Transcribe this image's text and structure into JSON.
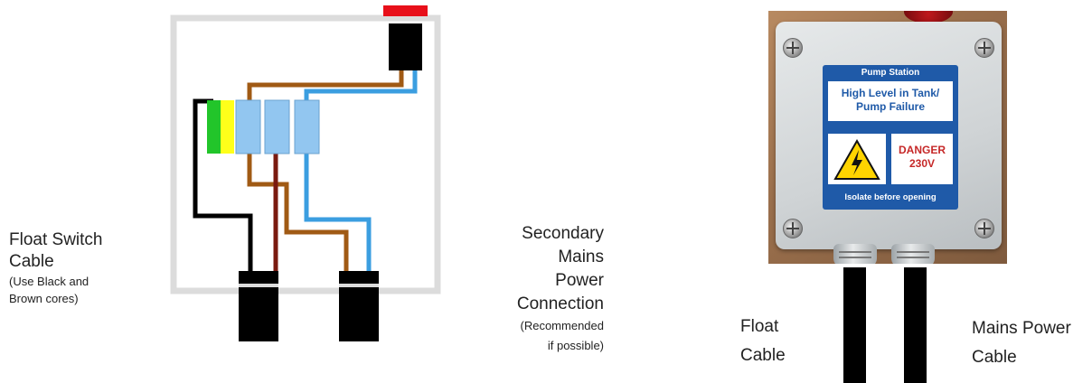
{
  "labels": {
    "float_switch_title": "Float Switch\nCable",
    "float_switch_note": "(Use Black and\nBrown cores)",
    "secondary_title": "Secondary\nMains\nPower\nConnection",
    "secondary_note": "(Recommended\nif possible)",
    "float_cable": "Float\nCable",
    "mains_cable": "Mains Power\nCable"
  },
  "sticker": {
    "heading": "Pump Station",
    "message": "High Level in Tank/\nPump Failure",
    "danger": "DANGER\n230V",
    "footer": "Isolate before opening"
  },
  "colors": {
    "box_outline": "#dcdcdc",
    "black_wire": "#000000",
    "brown_wire": "#a05a14",
    "dark_brown_wire": "#7a1a10",
    "blue_wire": "#3b9ee0",
    "terminal": "#92c6f0",
    "earth_green": "#22c52a",
    "earth_yellow": "#ffff1a",
    "indicator": "#e8101a",
    "sticker_blue": "#1f5aa8",
    "danger_red": "#c62828"
  }
}
